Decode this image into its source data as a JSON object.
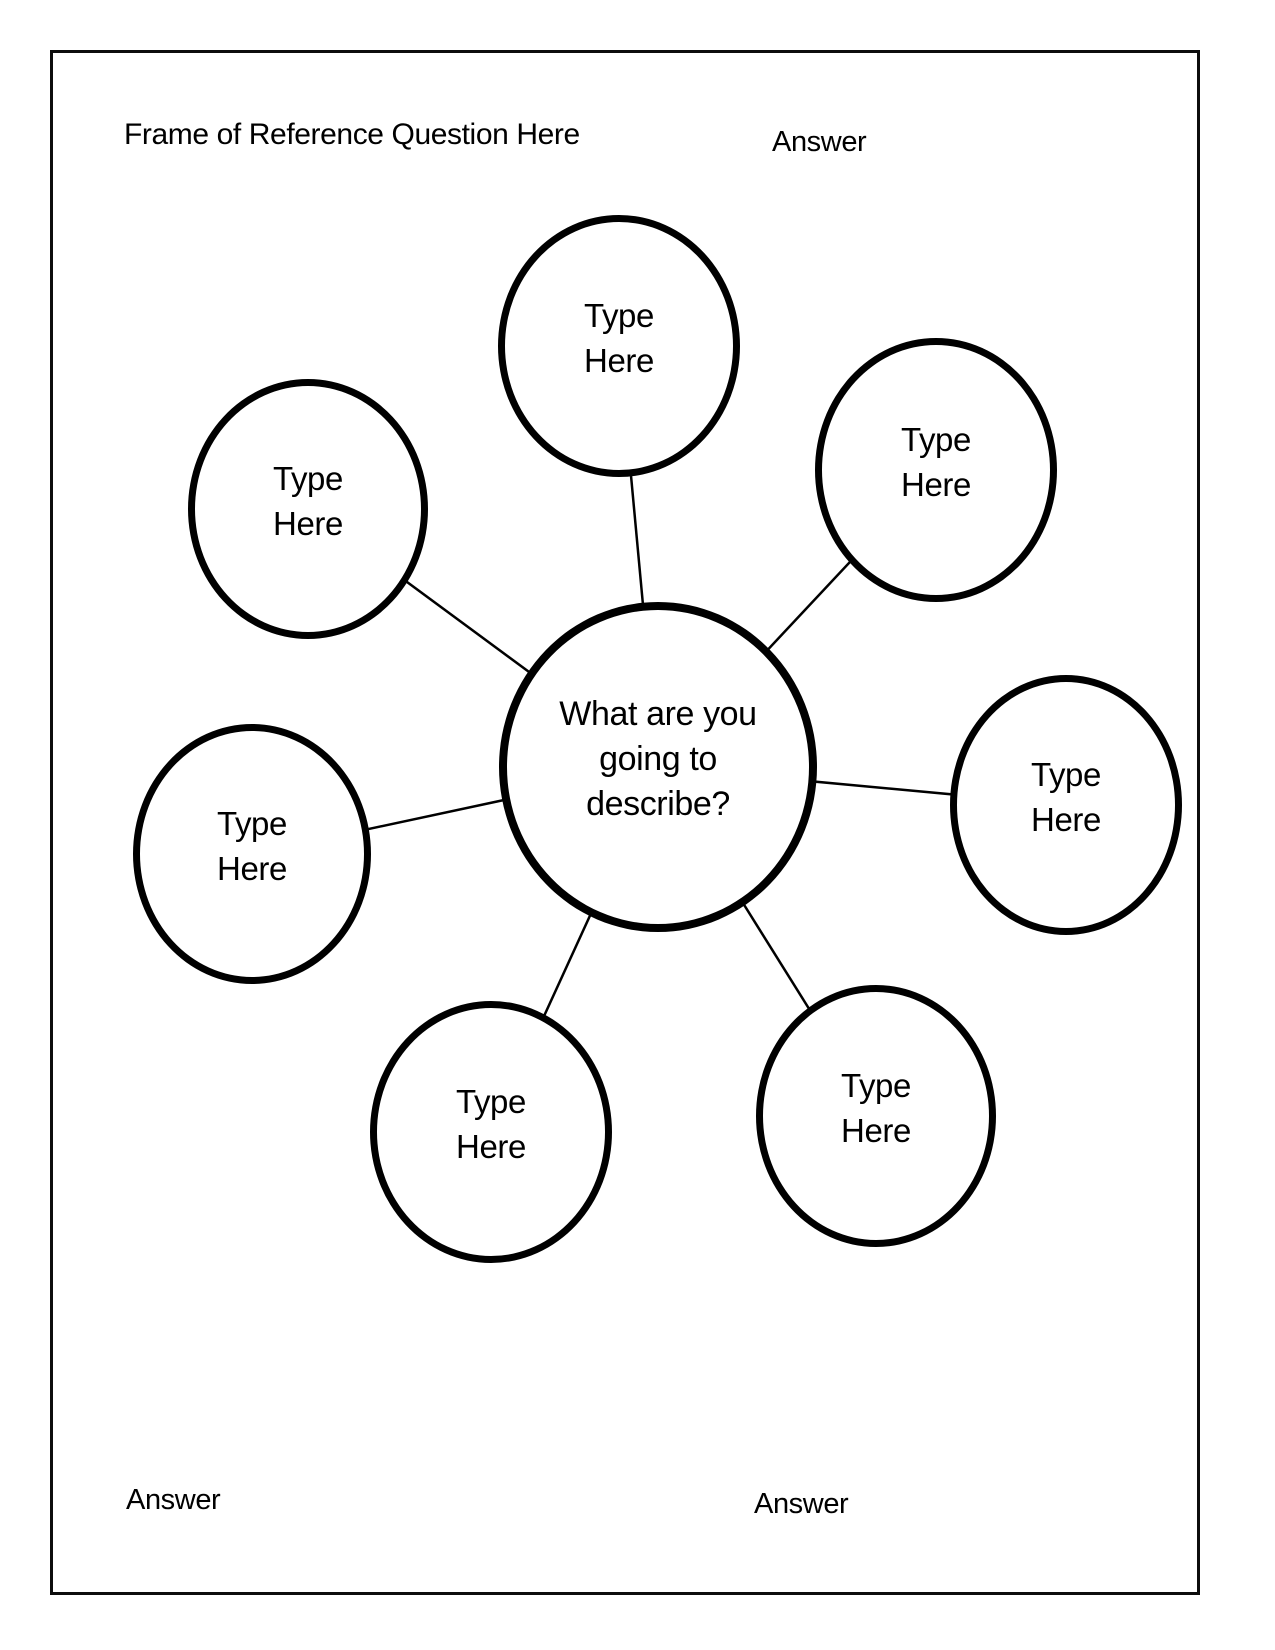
{
  "page": {
    "frame_question": "Frame of Reference Question Here",
    "answers": {
      "top": "Answer",
      "bottom_left": "Answer",
      "bottom_center": "Answer"
    }
  },
  "diagram": {
    "type": "bubble-map",
    "center_bubble": {
      "label": "What are you going to describe?",
      "lines": [
        "What are you",
        "going to",
        "describe?"
      ]
    },
    "bubbles": [
      {
        "position": "top",
        "label": "Type Here",
        "lines": [
          "Type",
          "Here"
        ]
      },
      {
        "position": "top-right",
        "label": "Type Here",
        "lines": [
          "Type",
          "Here"
        ]
      },
      {
        "position": "right",
        "label": "Type Here",
        "lines": [
          "Type",
          "Here"
        ]
      },
      {
        "position": "bottom-right",
        "label": "Type Here",
        "lines": [
          "Type",
          "Here"
        ]
      },
      {
        "position": "bottom-left",
        "label": "Type Here",
        "lines": [
          "Type",
          "Here"
        ]
      },
      {
        "position": "left",
        "label": "Type Here",
        "lines": [
          "Type",
          "Here"
        ]
      },
      {
        "position": "upper-left",
        "label": "Type Here",
        "lines": [
          "Type",
          "Here"
        ]
      }
    ]
  },
  "colors": {
    "ink": "#000000",
    "paper": "#ffffff"
  }
}
